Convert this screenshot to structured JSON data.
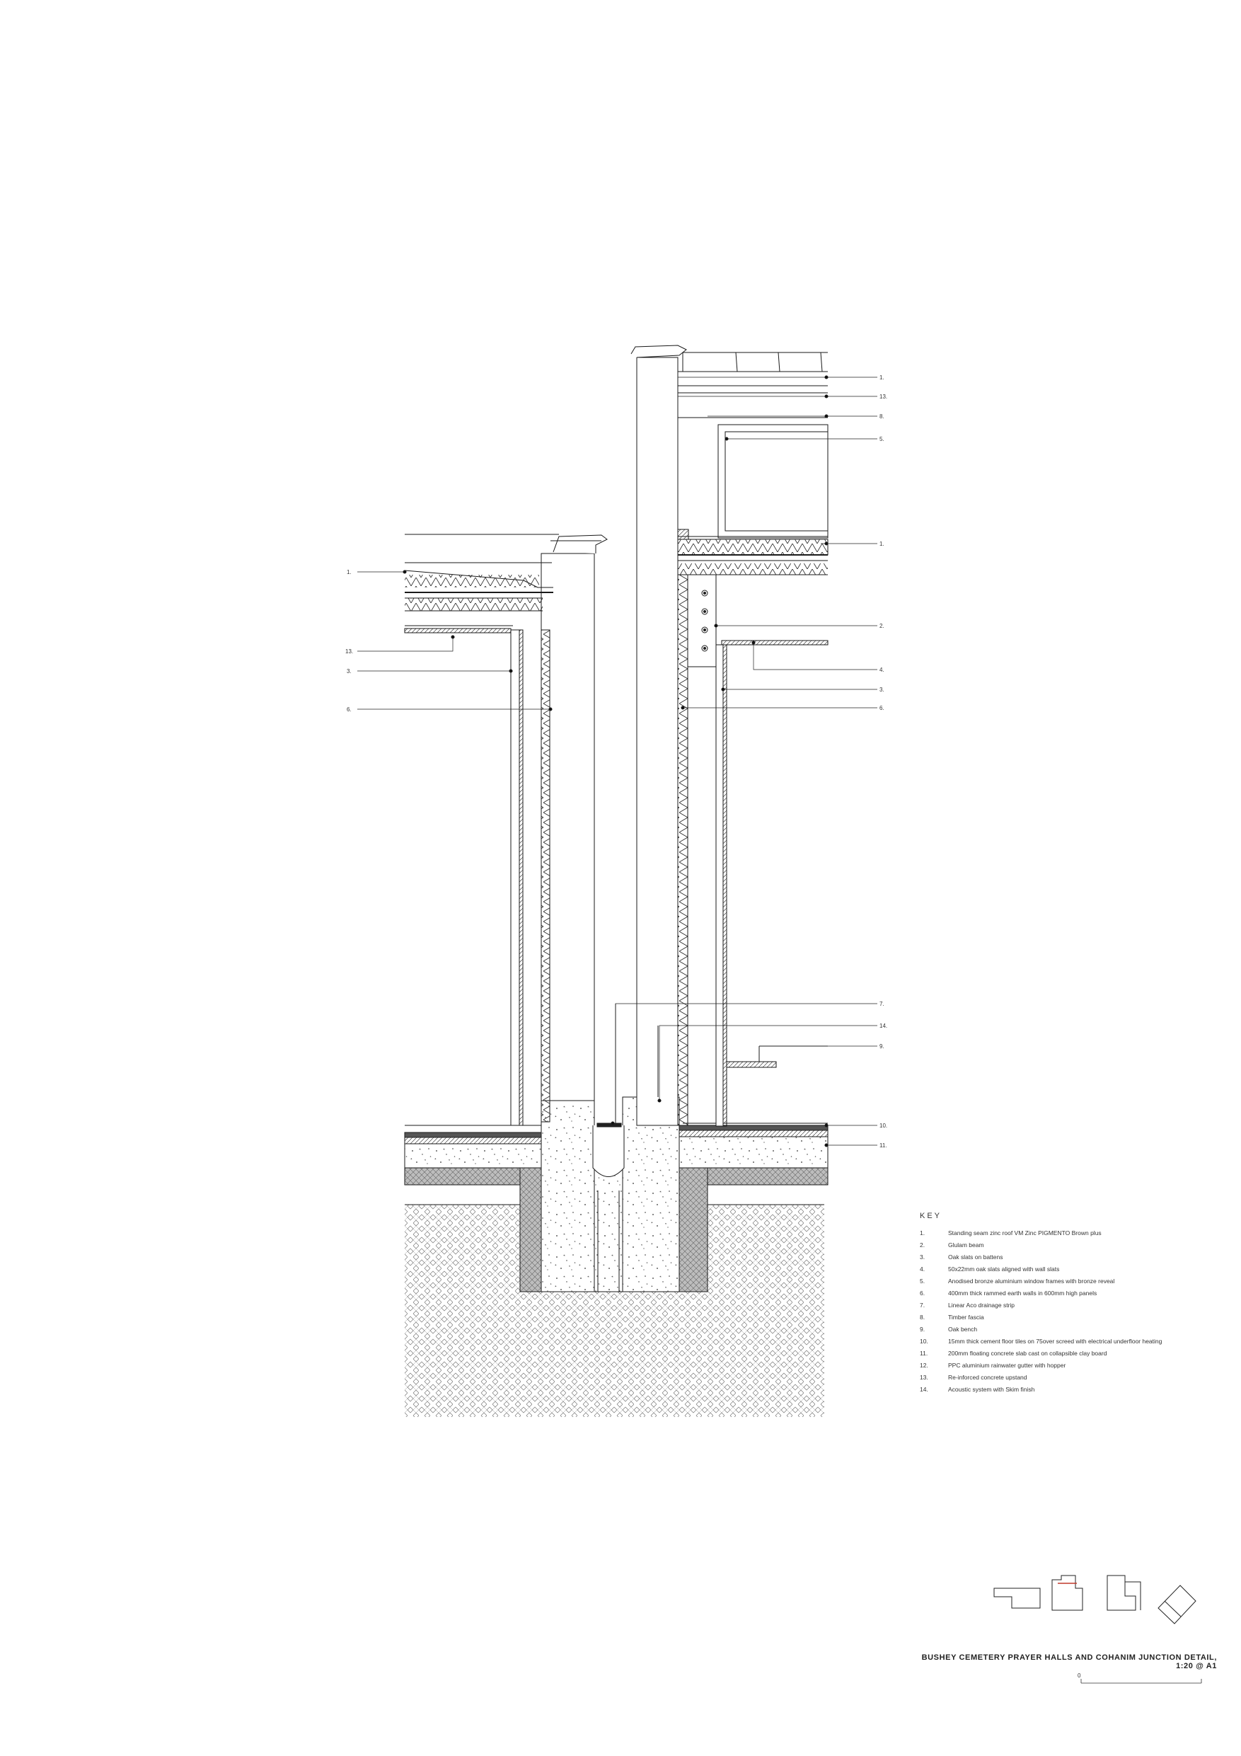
{
  "callouts": {
    "right": [
      "1.",
      "13.",
      "8.",
      "5.",
      "1.",
      "2.",
      "4.",
      "3.",
      "6.",
      "7.",
      "14.",
      "9.",
      "10.",
      "11."
    ],
    "left": [
      "1.",
      "13.",
      "3.",
      "6."
    ]
  },
  "key": {
    "title": "KEY",
    "items": [
      {
        "num": "1.",
        "text": "Standing seam zinc roof VM Zinc PIGMENTO Brown plus"
      },
      {
        "num": "2.",
        "text": "Glulam beam"
      },
      {
        "num": "3.",
        "text": "Oak slats on battens"
      },
      {
        "num": "4.",
        "text": "50x22mm oak slats aligned with wall slats"
      },
      {
        "num": "5.",
        "text": "Anodised bronze aluminium window frames with bronze reveal"
      },
      {
        "num": "6.",
        "text": "400mm thick rammed earth walls in 600mm high panels"
      },
      {
        "num": "7.",
        "text": "Linear Aco drainage strip"
      },
      {
        "num": "8.",
        "text": "Timber fascia"
      },
      {
        "num": "9.",
        "text": "Oak bench"
      },
      {
        "num": "10.",
        "text": "15mm thick cement floor tiles on 75over screed with electrical underfloor heating"
      },
      {
        "num": "11.",
        "text": "200mm floating concrete slab cast on collapsible clay board"
      },
      {
        "num": "12.",
        "text": "PPC aluminium rainwater gutter with hopper"
      },
      {
        "num": "13.",
        "text": "Re-inforced concrete upstand"
      },
      {
        "num": "14.",
        "text": "Acoustic system with Skim finish"
      }
    ]
  },
  "title": "BUSHEY CEMETERY PRAYER HALLS AND COHANIM  JUNCTION DETAIL, 1:20 @ A1",
  "scale_bar": {
    "zero": "0"
  },
  "colors": {
    "line": "#1a1a1a",
    "accent": "#c0392b"
  }
}
